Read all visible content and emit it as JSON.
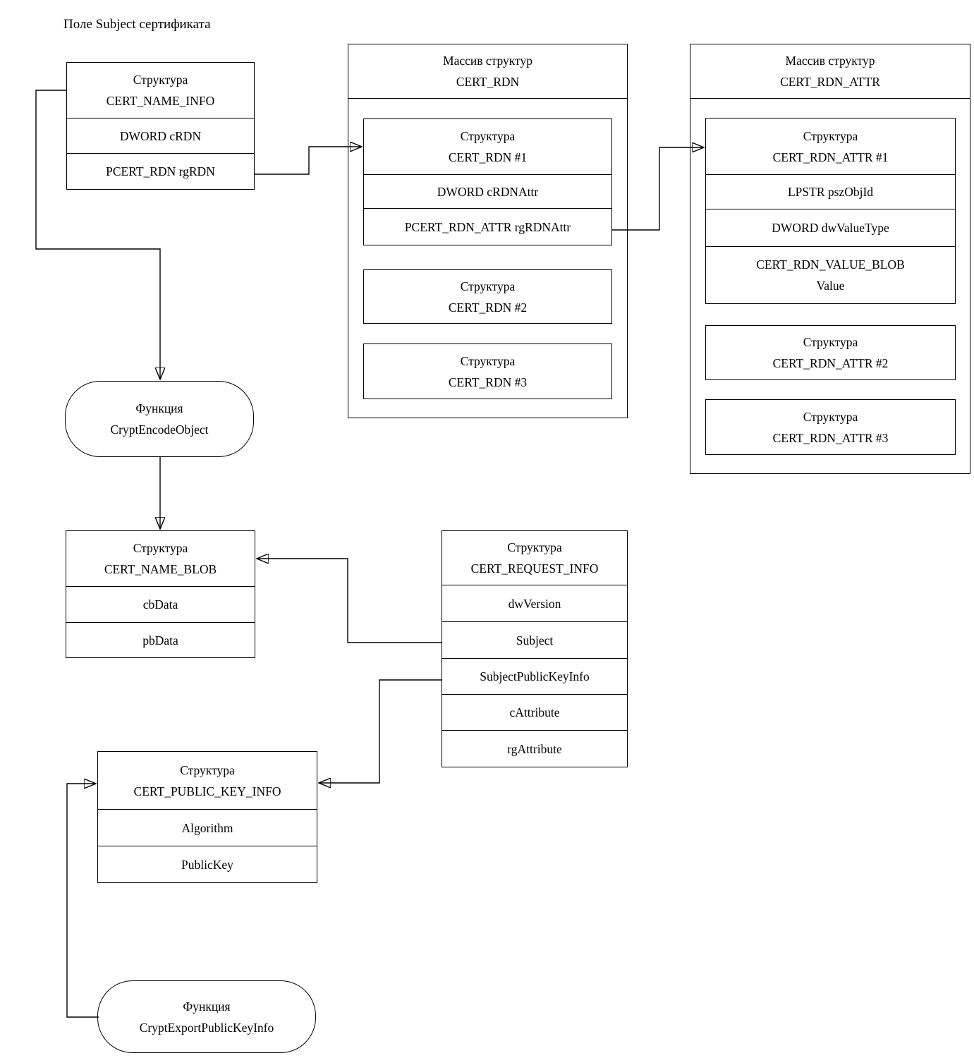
{
  "page_title": "Поле Subject сертификата",
  "cert_name_info": {
    "kind": "Структура",
    "name": "CERT_NAME_INFO",
    "rows": [
      "DWORD cRDN",
      "PCERT_RDN rgRDN"
    ]
  },
  "cert_rdn_array": {
    "kind": "Массив структур",
    "name": "CERT_RDN",
    "items": [
      {
        "kind": "Структура",
        "name": "CERT_RDN #1",
        "rows": [
          "DWORD cRDNAttr",
          "PCERT_RDN_ATTR rgRDNAttr"
        ]
      },
      {
        "kind": "Структура",
        "name": "CERT_RDN #2"
      },
      {
        "kind": "Структура",
        "name": "CERT_RDN #3"
      }
    ]
  },
  "cert_rdn_attr_array": {
    "kind": "Массив структур",
    "name": "CERT_RDN_ATTR",
    "items": [
      {
        "kind": "Структура",
        "name": "CERT_RDN_ATTR #1",
        "rows": [
          "LPSTR pszObjId",
          "DWORD dwValueType"
        ],
        "blob_row": {
          "line1": "CERT_RDN_VALUE_BLOB",
          "line2": "Value"
        }
      },
      {
        "kind": "Структура",
        "name": "CERT_RDN_ATTR #2"
      },
      {
        "kind": "Структура",
        "name": "CERT_RDN_ATTR #3"
      }
    ]
  },
  "func_crypt_encode": {
    "kind": "Функция",
    "name": "CryptEncodeObject"
  },
  "cert_name_blob": {
    "kind": "Структура",
    "name": "CERT_NAME_BLOB",
    "rows": [
      "cbData",
      "pbData"
    ]
  },
  "cert_request_info": {
    "kind": "Структура",
    "name": "CERT_REQUEST_INFO",
    "rows": [
      "dwVersion",
      "Subject",
      "SubjectPublicKeyInfo",
      "cAttribute",
      "rgAttribute"
    ]
  },
  "cert_public_key_info": {
    "kind": "Структура",
    "name": "CERT_PUBLIC_KEY_INFO",
    "rows": [
      "Algorithm",
      "PublicKey"
    ]
  },
  "func_crypt_export": {
    "kind": "Функция",
    "name": "CryptExportPublicKeyInfo"
  },
  "colors": {
    "line": "#000000",
    "background": "#ffffff"
  }
}
